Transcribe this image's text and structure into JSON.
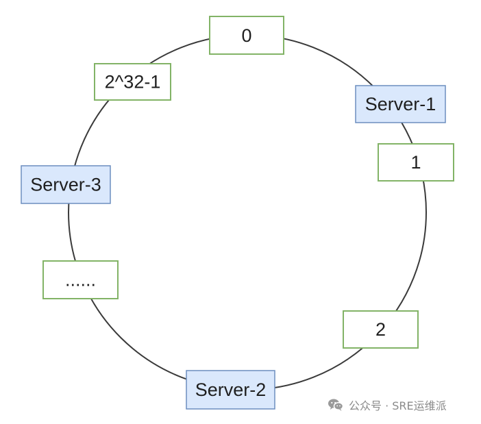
{
  "nodes": {
    "zero": {
      "label": "0",
      "kind": "hash-value"
    },
    "max_hash": {
      "label": "2^32-1",
      "kind": "hash-value"
    },
    "server_1": {
      "label": "Server-1",
      "kind": "server"
    },
    "one": {
      "label": "1",
      "kind": "hash-value"
    },
    "server_3": {
      "label": "Server-3",
      "kind": "server"
    },
    "ellipsis": {
      "label": "......",
      "kind": "hash-value"
    },
    "two": {
      "label": "2",
      "kind": "hash-value"
    },
    "server_2": {
      "label": "Server-2",
      "kind": "server"
    }
  },
  "colors": {
    "ring": "#3a3a3a",
    "hash_value_fill": "#ffffff",
    "hash_value_border": "#82b366",
    "server_fill": "#dae8fc",
    "server_border": "#6c8ebf"
  },
  "watermark": {
    "icon": "wechat-icon",
    "text": "公众号 · SRE运维派"
  }
}
